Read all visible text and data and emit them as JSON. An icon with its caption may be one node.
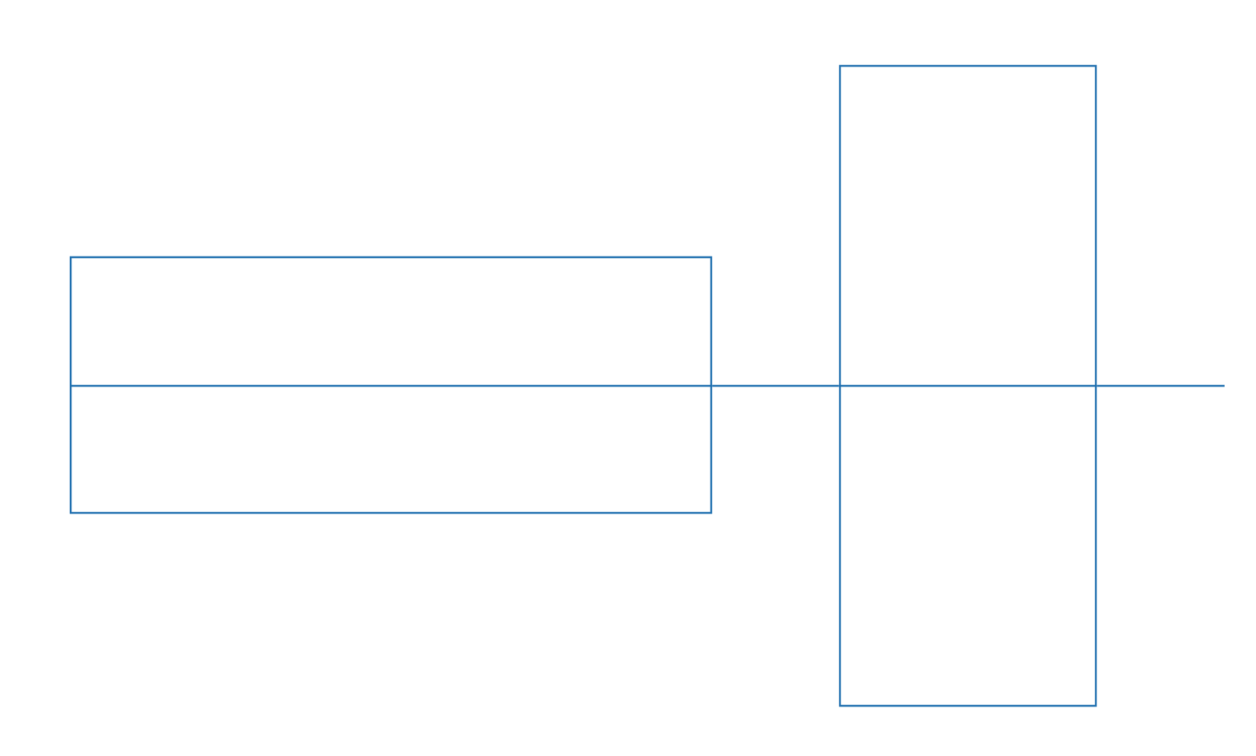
{
  "diagram": {
    "nodes": [
      {
        "text": [],
        "shape": "box"
      },
      {
        "text": [],
        "shape": "box"
      }
    ],
    "edges": [
      {
        "from": 0,
        "to": 1,
        "arrow": "none"
      },
      {
        "from": 1,
        "to": null,
        "arrow": "none"
      }
    ]
  }
}
